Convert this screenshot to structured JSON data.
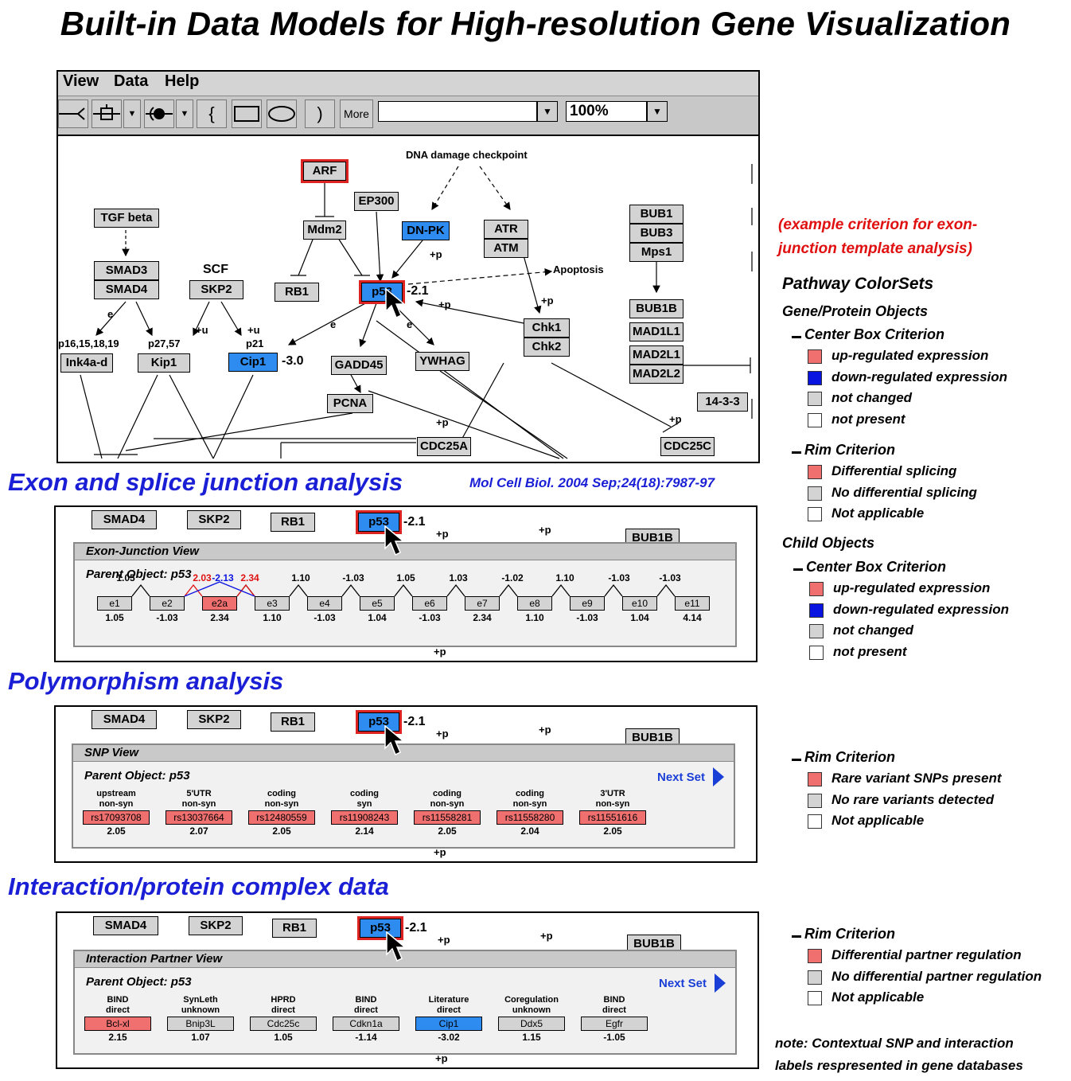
{
  "title": "Built-in Data Models for High-resolution Gene Visualization",
  "colors": {
    "up": "#f07070",
    "down": "#0a14e0",
    "unchanged": "#d3d3d3",
    "absent": "#ffffff",
    "node_blue": "#2e8cf0",
    "rim_red": "#dd2222",
    "section_blue": "#1a1fd6",
    "note_red": "#e01010"
  },
  "app": {
    "menu": [
      "View",
      "Data",
      "Help"
    ],
    "toolbar": {
      "more_label": "More",
      "zoom": "100%",
      "search_value": ""
    },
    "pathway": {
      "annotations": {
        "dna": "DNA damage checkpoint",
        "apoptosis": "Apoptosis",
        "scf": "SCF",
        "p16": "p16,15,18,19",
        "p27": "p27,57",
        "p21": "p21",
        "e": "e",
        "u": "+u",
        "p": "+p"
      },
      "nodes": {
        "arf": "ARF",
        "ep300": "EP300",
        "mdm2": "Mdm2",
        "dnapk": "DN-PK",
        "atr": "ATR",
        "atm": "ATM",
        "tgf": "TGF beta",
        "smad3": "SMAD3",
        "smad4": "SMAD4",
        "skp2": "SKP2",
        "rb1": "RB1",
        "p53": "p53",
        "ink4a": "Ink4a-d",
        "kip1": "Kip1",
        "cip1": "Cip1",
        "gadd45": "GADD45",
        "ywhag": "YWHAG",
        "pcna": "PCNA",
        "chk1": "Chk1",
        "chk2": "Chk2",
        "bub1": "BUB1",
        "bub3": "BUB3",
        "mps1": "Mps1",
        "bub1b": "BUB1B",
        "mad1l1": "MAD1L1",
        "mad2l1": "MAD2L1",
        "mad2l2": "MAD2L2",
        "g1433": "14-3-3",
        "cdc25a": "CDC25A",
        "cdc25c": "CDC25C"
      },
      "values": {
        "p53": "-2.1",
        "cip1": "-3.0"
      }
    }
  },
  "sections": {
    "exon": {
      "title": "Exon and splice junction analysis",
      "citation": "Mol Cell Biol. 2004 Sep;24(18):7987-97"
    },
    "snp": {
      "title": "Polymorphism analysis"
    },
    "interaction": {
      "title": "Interaction/protein complex data"
    }
  },
  "exon_view": {
    "header": "Exon-Junction View",
    "parent": "Parent Object: p53",
    "exons": [
      {
        "name": "e1",
        "value": "1.05",
        "status": "unchanged"
      },
      {
        "name": "e2",
        "value": "-1.03",
        "status": "unchanged"
      },
      {
        "name": "e2a",
        "value": "2.34",
        "status": "up"
      },
      {
        "name": "e3",
        "value": "1.10",
        "status": "unchanged"
      },
      {
        "name": "e4",
        "value": "-1.03",
        "status": "unchanged"
      },
      {
        "name": "e5",
        "value": "1.04",
        "status": "unchanged"
      },
      {
        "name": "e6",
        "value": "-1.03",
        "status": "unchanged"
      },
      {
        "name": "e7",
        "value": "2.34",
        "status": "unchanged"
      },
      {
        "name": "e8",
        "value": "1.10",
        "status": "unchanged"
      },
      {
        "name": "e9",
        "value": "-1.03",
        "status": "unchanged"
      },
      {
        "name": "e10",
        "value": "1.04",
        "status": "unchanged"
      },
      {
        "name": "e11",
        "value": "4.14",
        "status": "unchanged"
      }
    ],
    "junctions": [
      {
        "value": "1.05",
        "color": "black"
      },
      {
        "value": "2.03",
        "color": "red"
      },
      {
        "value": "-2.13",
        "color": "blue"
      },
      {
        "value": "2.34",
        "color": "red"
      },
      {
        "value": "1.10",
        "color": "black"
      },
      {
        "value": "-1.03",
        "color": "black"
      },
      {
        "value": "1.05",
        "color": "black"
      },
      {
        "value": "1.03",
        "color": "black"
      },
      {
        "value": "-1.02",
        "color": "black"
      },
      {
        "value": "1.10",
        "color": "black"
      },
      {
        "value": "-1.03",
        "color": "black"
      },
      {
        "value": "-1.03",
        "color": "black"
      }
    ]
  },
  "snp_view": {
    "header": "SNP View",
    "parent": "Parent Object: p53",
    "next": "Next Set",
    "snps": [
      {
        "cat1": "upstream",
        "cat2": "non-syn",
        "id": "rs17093708",
        "value": "2.05"
      },
      {
        "cat1": "5'UTR",
        "cat2": "non-syn",
        "id": "rs13037664",
        "value": "2.07"
      },
      {
        "cat1": "coding",
        "cat2": "non-syn",
        "id": "rs12480559",
        "value": "2.05"
      },
      {
        "cat1": "coding",
        "cat2": "syn",
        "id": "rs11908243",
        "value": "2.14"
      },
      {
        "cat1": "coding",
        "cat2": "non-syn",
        "id": "rs11558281",
        "value": "2.05"
      },
      {
        "cat1": "coding",
        "cat2": "non-syn",
        "id": "rs11558280",
        "value": "2.04"
      },
      {
        "cat1": "3'UTR",
        "cat2": "non-syn",
        "id": "rs11551616",
        "value": "2.05"
      }
    ]
  },
  "interaction_view": {
    "header": "Interaction Partner View",
    "parent": "Parent Object: p53",
    "next": "Next Set",
    "partners": [
      {
        "cat1": "BIND",
        "cat2": "direct",
        "name": "Bcl-xl",
        "value": "2.15",
        "status": "up"
      },
      {
        "cat1": "SynLeth",
        "cat2": "unknown",
        "name": "Bnip3L",
        "value": "1.07",
        "status": "unchanged"
      },
      {
        "cat1": "HPRD",
        "cat2": "direct",
        "name": "Cdc25c",
        "value": "1.05",
        "status": "unchanged"
      },
      {
        "cat1": "BIND",
        "cat2": "direct",
        "name": "Cdkn1a",
        "value": "-1.14",
        "status": "unchanged"
      },
      {
        "cat1": "Literature",
        "cat2": "direct",
        "name": "Cip1",
        "value": "-3.02",
        "status": "down"
      },
      {
        "cat1": "Coregulation",
        "cat2": "unknown",
        "name": "Ddx5",
        "value": "1.15",
        "status": "unchanged"
      },
      {
        "cat1": "BIND",
        "cat2": "direct",
        "name": "Egfr",
        "value": "-1.05",
        "status": "unchanged"
      }
    ]
  },
  "legend": {
    "note": "(example criterion for exon-junction template analysis)",
    "note_line1": "(example criterion for exon-",
    "note_line2": "junction template analysis)",
    "heading": "Pathway ColorSets",
    "gene_protein": "Gene/Protein Objects",
    "center_box": "Center Box Criterion",
    "center_items": [
      "up-regulated expression",
      "down-regulated expression",
      "not changed",
      "not present"
    ],
    "rim": "Rim Criterion",
    "rim_items": [
      "Differential splicing",
      "No differential splicing",
      "Not applicable"
    ],
    "child": "Child Objects",
    "child_center": "Center Box Criterion",
    "child_items": [
      "up-regulated expression",
      "down-regulated expression",
      "not changed",
      "not present"
    ],
    "snp_rim": "Rim Criterion",
    "snp_items": [
      "Rare variant SNPs present",
      "No rare variants detected",
      "Not applicable"
    ],
    "int_rim": "Rim Criterion",
    "int_items": [
      "Differential partner regulation",
      "No differential partner regulation",
      "Not applicable"
    ]
  },
  "footnote_line1": "note: Contextual SNP and interaction",
  "footnote_line2": "labels respresented in gene databases"
}
